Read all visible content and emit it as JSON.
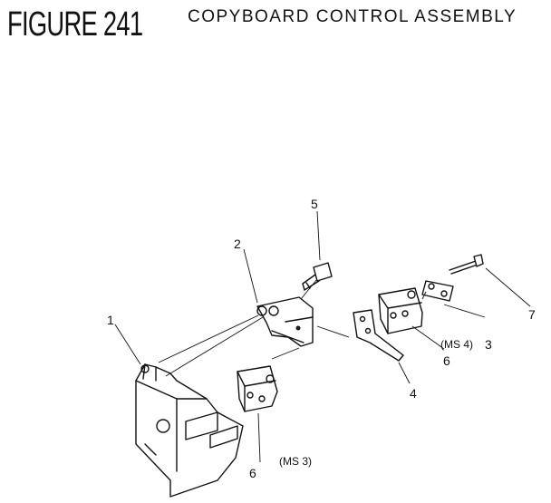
{
  "header": {
    "figure_label": "FIGURE 241",
    "title": "COPYBOARD CONTROL ASSEMBLY"
  },
  "callouts": {
    "c1": "1",
    "c2": "2",
    "c3": "3",
    "c4": "4",
    "c5": "5",
    "c6a": "6",
    "c6b": "6",
    "c7": "7",
    "ms4": "(MS 4)",
    "ms3": "(MS 3)"
  }
}
